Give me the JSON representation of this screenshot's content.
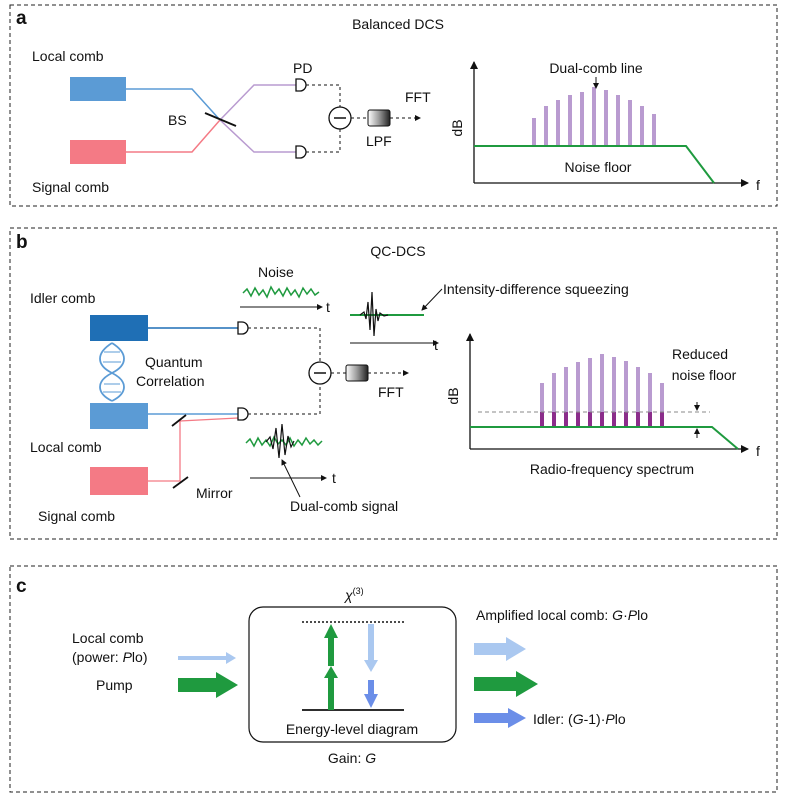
{
  "panels": {
    "a": {
      "letter": "a",
      "title": "Balanced DCS",
      "local_comb": "Local comb",
      "signal_comb": "Signal comb",
      "bs": "BS",
      "pd": "PD",
      "lpf": "LPF",
      "fft": "FFT",
      "db": "dB",
      "f": "f",
      "dual_comb_line": "Dual-comb line",
      "noise_floor": "Noise floor"
    },
    "b": {
      "letter": "b",
      "title": "QC-DCS",
      "idler_comb": "Idler comb",
      "local_comb": "Local comb",
      "signal_comb": "Signal comb",
      "quantum_correlation_1": "Quantum",
      "quantum_correlation_2": "Correlation",
      "mirror": "Mirror",
      "noise": "Noise",
      "t": "t",
      "intensity_difference_squeezing": "Intensity-difference squeezing",
      "fft": "FFT",
      "dual_comb_signal": "Dual-comb signal",
      "db": "dB",
      "f": "f",
      "reduced_1": "Reduced",
      "reduced_2": "noise floor",
      "rf_spectrum": "Radio-frequency spectrum"
    },
    "c": {
      "letter": "c",
      "local_comb_1": "Local comb",
      "local_comb_2_prefix": "(power: ",
      "local_comb_2_var": "P",
      "local_comb_2_sub": "lo",
      "local_comb_2_suffix": ")",
      "pump": "Pump",
      "chi": "χ",
      "chi_sup": "(3)",
      "energy_level_diagram": "Energy-level diagram",
      "gain_prefix": "Gain: ",
      "gain_var": "G",
      "amplified_prefix": "Amplified local comb: ",
      "amplified_g": "G",
      "amplified_dot": "·",
      "amplified_p": "P",
      "amplified_sub": "lo",
      "idler_prefix": "Idler: (",
      "idler_g": "G",
      "idler_mid": "-1)·",
      "idler_p": "P",
      "idler_sub": "lo"
    }
  },
  "colors": {
    "local_comb": "#5b9bd5",
    "idler_comb": "#1f6fb5",
    "signal_comb": "#f47a85",
    "purple": "#b99bd0",
    "dark_purple": "#8b2d8b",
    "green": "#1f9a3f",
    "light_blue": "#aac8f0",
    "blue_arrow": "#6b8ee8"
  }
}
